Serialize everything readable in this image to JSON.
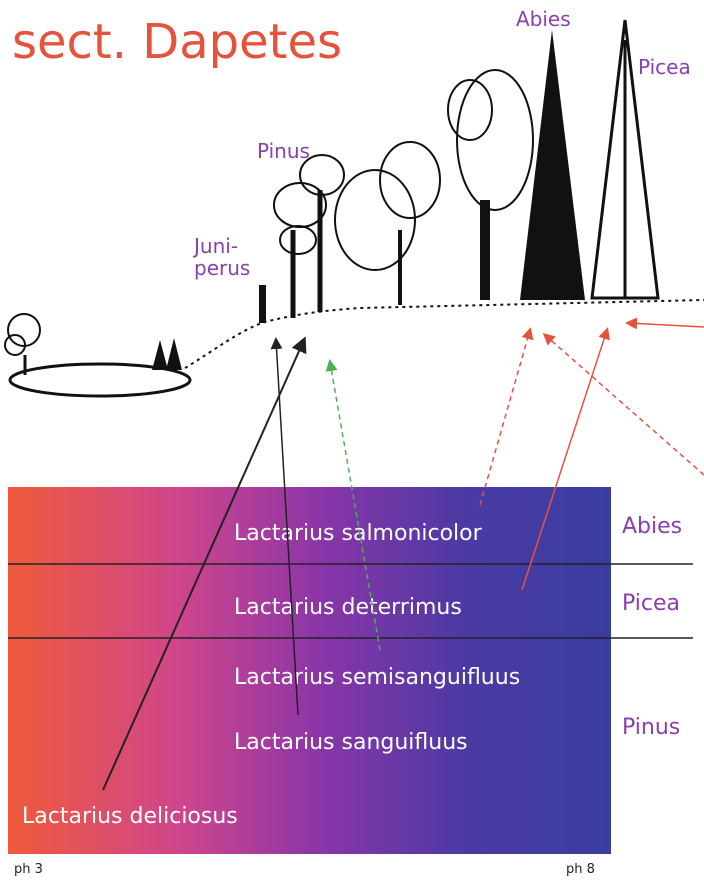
{
  "title": "sect. Dapetes",
  "trees": {
    "juniperus": "Juni-\nperus",
    "pinus": "Pinus",
    "abies": "Abies",
    "picea": "Picea"
  },
  "species": [
    "Lactarius salmonicolor",
    "Lactarius deterrimus",
    "Lactarius semisanguifluus",
    "Lactarius sanguifluus",
    "Lactarius deliciosus"
  ],
  "zones": [
    "Abies",
    "Picea",
    "Pinus"
  ],
  "ph": {
    "low": "ph 3",
    "high": "ph 8"
  },
  "colors": {
    "title": "#e5533d",
    "label": "#8a3fb0",
    "arrow_red": "#e5533d",
    "arrow_black": "#222222",
    "arrow_green": "#4caf50"
  }
}
